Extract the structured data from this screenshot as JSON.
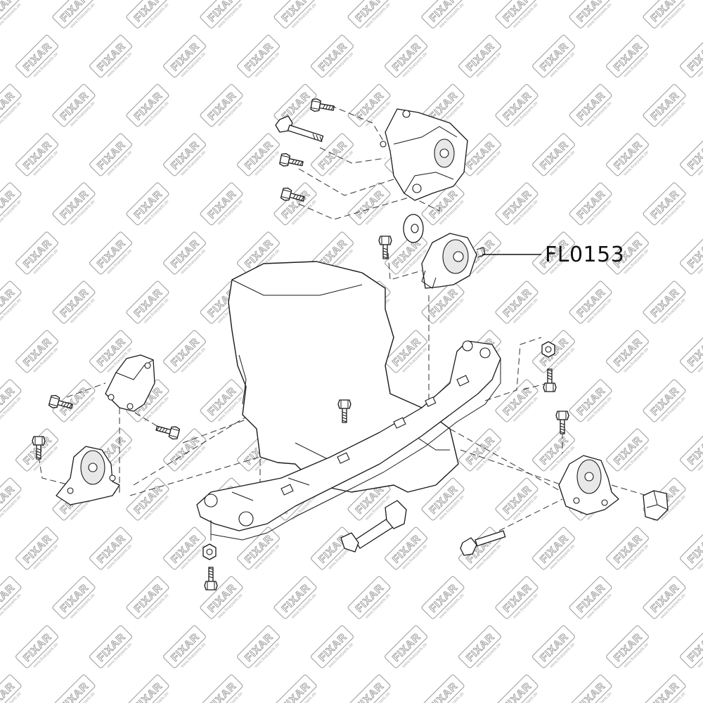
{
  "callout": {
    "part_number": "FL0153"
  },
  "watermark": {
    "brand": "FIXAR",
    "url": "www.fixarparts.de"
  },
  "components": [
    "engine-block",
    "front-subframe",
    "upper-transmission-mount-bracket",
    "rear-engine-mount-fl0153",
    "left-engine-mount",
    "right-engine-mount",
    "torque-rod",
    "bushing-stopper"
  ],
  "colors": {
    "line": "#1a1a1a",
    "watermark": "#a8a8a8",
    "background": "#ffffff"
  }
}
